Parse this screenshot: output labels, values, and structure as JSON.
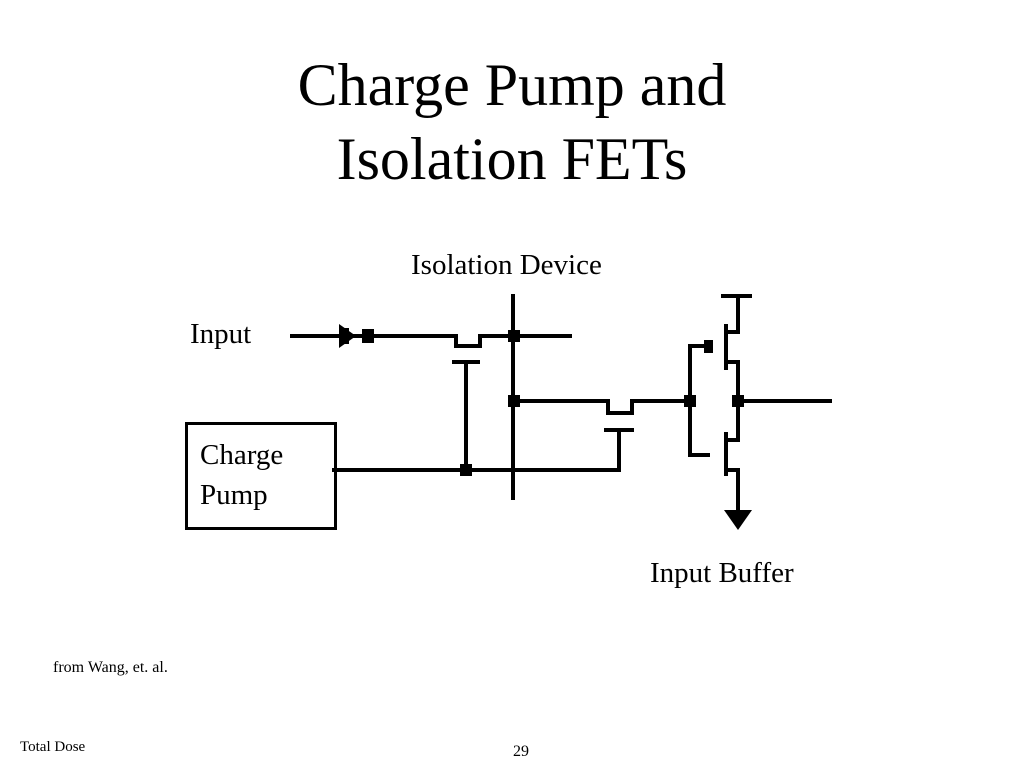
{
  "slide": {
    "title_line1": "Charge Pump and",
    "title_line2": "Isolation FETs",
    "footer_left": "Total Dose",
    "page_number": "29",
    "source_note": "from Wang, et. al."
  },
  "diagram": {
    "input_label": "Input",
    "isolation_label": "Isolation Device",
    "charge_pump_line1": "Charge",
    "charge_pump_line2": "Pump",
    "buffer_label": "Input Buffer"
  }
}
